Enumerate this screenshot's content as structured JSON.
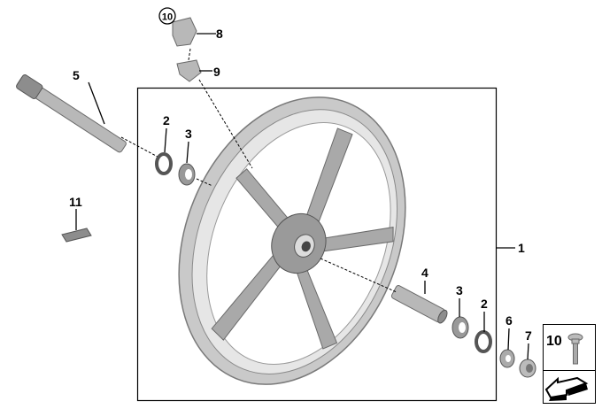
{
  "diagram": {
    "callouts": {
      "wheel": "1",
      "seal_left": "2",
      "bearing_left": "3",
      "spacer": "4",
      "axle": "5",
      "bushing": "6",
      "cap": "7",
      "sensor_bracket": "8",
      "valve": "9",
      "screw_ref": "10",
      "weight": "11",
      "bearing_right": "3",
      "seal_right": "2"
    },
    "inset": {
      "screw_label": "10"
    }
  }
}
